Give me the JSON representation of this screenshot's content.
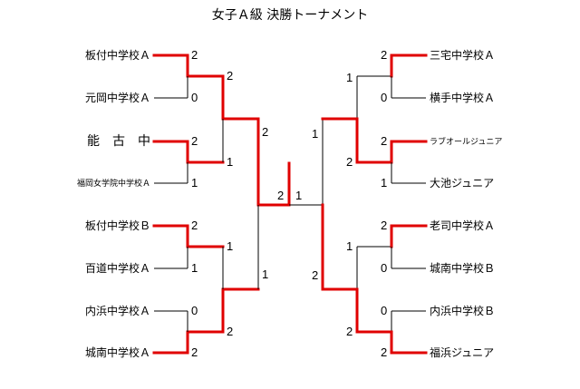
{
  "title": "女子Ａ級 決勝トーナメント",
  "teams": {
    "left": [
      "板付中学校Ａ",
      "元岡中学校Ａ",
      "能　古　中",
      "福岡女学院中学校Ａ",
      "板付中学校Ｂ",
      "百道中学校Ａ",
      "内浜中学校Ａ",
      "城南中学校Ａ"
    ],
    "right": [
      "三宅中学校Ａ",
      "横手中学校Ａ",
      "ラブオールジュニア",
      "大池ジュニア",
      "老司中学校Ａ",
      "城南中学校Ｂ",
      "内浜中学校Ｂ",
      "福浜ジュニア"
    ]
  },
  "scores": {
    "left_r1": [
      "2",
      "0",
      "2",
      "1",
      "2",
      "1",
      "0",
      "2"
    ],
    "left_r2": [
      "2",
      "1",
      "1",
      "2"
    ],
    "left_sf": [
      "2",
      "1"
    ],
    "right_r1": [
      "2",
      "0",
      "2",
      "1",
      "2",
      "0",
      "0",
      "2"
    ],
    "right_r2": [
      "1",
      "2",
      "1",
      "2"
    ],
    "right_sf": [
      "1",
      "2"
    ],
    "final": [
      "2",
      "1"
    ]
  },
  "colors": {
    "winner_line": "#e00000",
    "loser_line": "#000000"
  }
}
